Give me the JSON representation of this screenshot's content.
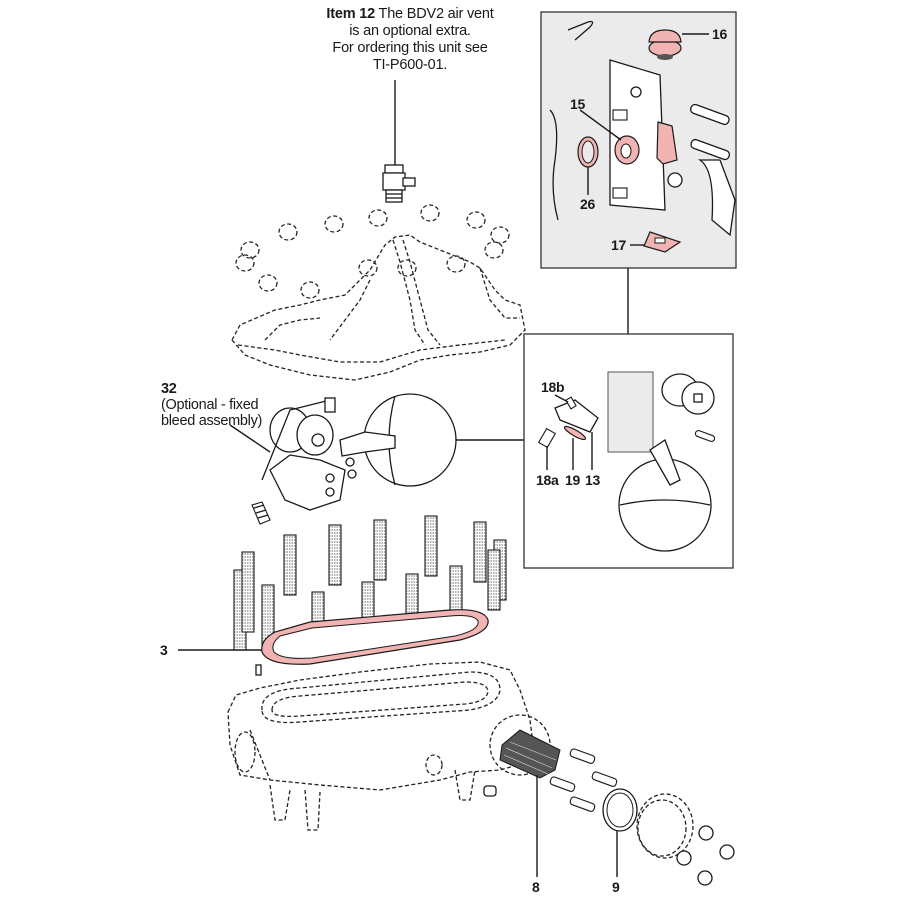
{
  "title_note": {
    "item_label": "Item 12",
    "line1_rest": " The BDV2 air vent",
    "line2": "is an optional extra.",
    "line3": "For ordering this unit see",
    "line4": "TI-P600-01."
  },
  "callouts": {
    "item_32_number": "32",
    "item_32_desc_line1": "(Optional - fixed",
    "item_32_desc_line2": "bleed assembly)",
    "item_3": "3",
    "item_8": "8",
    "item_9": "9",
    "item_13": "13",
    "item_15": "15",
    "item_16": "16",
    "item_17": "17",
    "item_18a": "18a",
    "item_18b": "18b",
    "item_19": "19",
    "item_26": "26"
  },
  "colors": {
    "highlight_part": "#f2b3b3",
    "inset_background": "#ebebeb",
    "line": "#1a1a1a"
  }
}
